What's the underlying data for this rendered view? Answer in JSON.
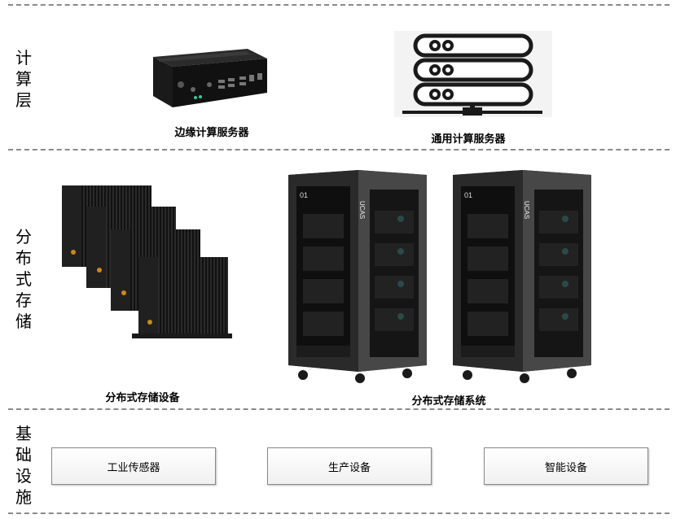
{
  "layers": [
    {
      "label": "计\n算\n层"
    },
    {
      "label": "分\n布\n式\n存\n储"
    },
    {
      "label": "基\n础\n设\n施"
    }
  ],
  "compute": {
    "edge_server_caption": "边缘计算服务器",
    "general_server_caption": "通用计算服务器"
  },
  "storage": {
    "device_caption": "分布式存储设备",
    "system_caption": "分布式存储系统",
    "rack_brand": "UCAS",
    "rack_badge": "01"
  },
  "infrastructure": {
    "boxes": [
      "工业传感器",
      "生产设备",
      "智能设备"
    ]
  }
}
